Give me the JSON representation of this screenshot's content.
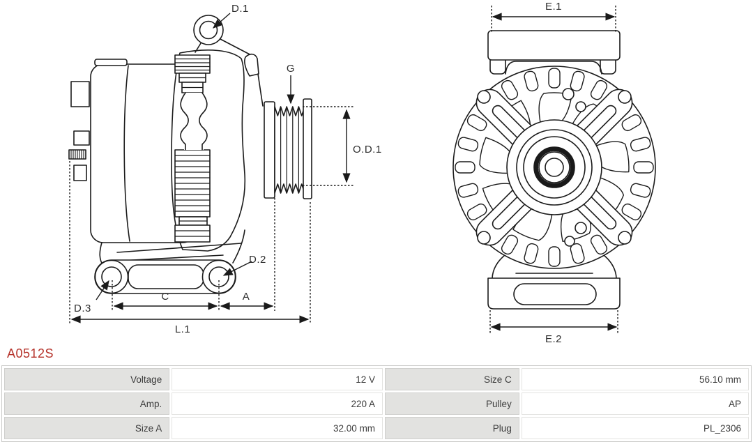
{
  "part": {
    "number": "A0512S",
    "number_color": "#b5322a"
  },
  "diagram": {
    "line_color": "#1a1a1a",
    "side_view": {
      "labels": {
        "d1": "D.1",
        "g": "G",
        "od1": "O.D.1",
        "d2": "D.2",
        "d3": "D.3",
        "c": "C",
        "a": "A",
        "l1": "L.1"
      }
    },
    "front_view": {
      "labels": {
        "e1": "E.1",
        "e2": "E.2"
      }
    }
  },
  "spec_table": {
    "label_bg": "#e2e2e0",
    "rows": [
      {
        "label1": "Voltage",
        "value1": "12 V",
        "label2": "Size C",
        "value2": "56.10 mm"
      },
      {
        "label1": "Amp.",
        "value1": "220 A",
        "label2": "Pulley",
        "value2": "AP"
      },
      {
        "label1": "Size A",
        "value1": "32.00 mm",
        "label2": "Plug",
        "value2": "PL_2306"
      }
    ]
  }
}
